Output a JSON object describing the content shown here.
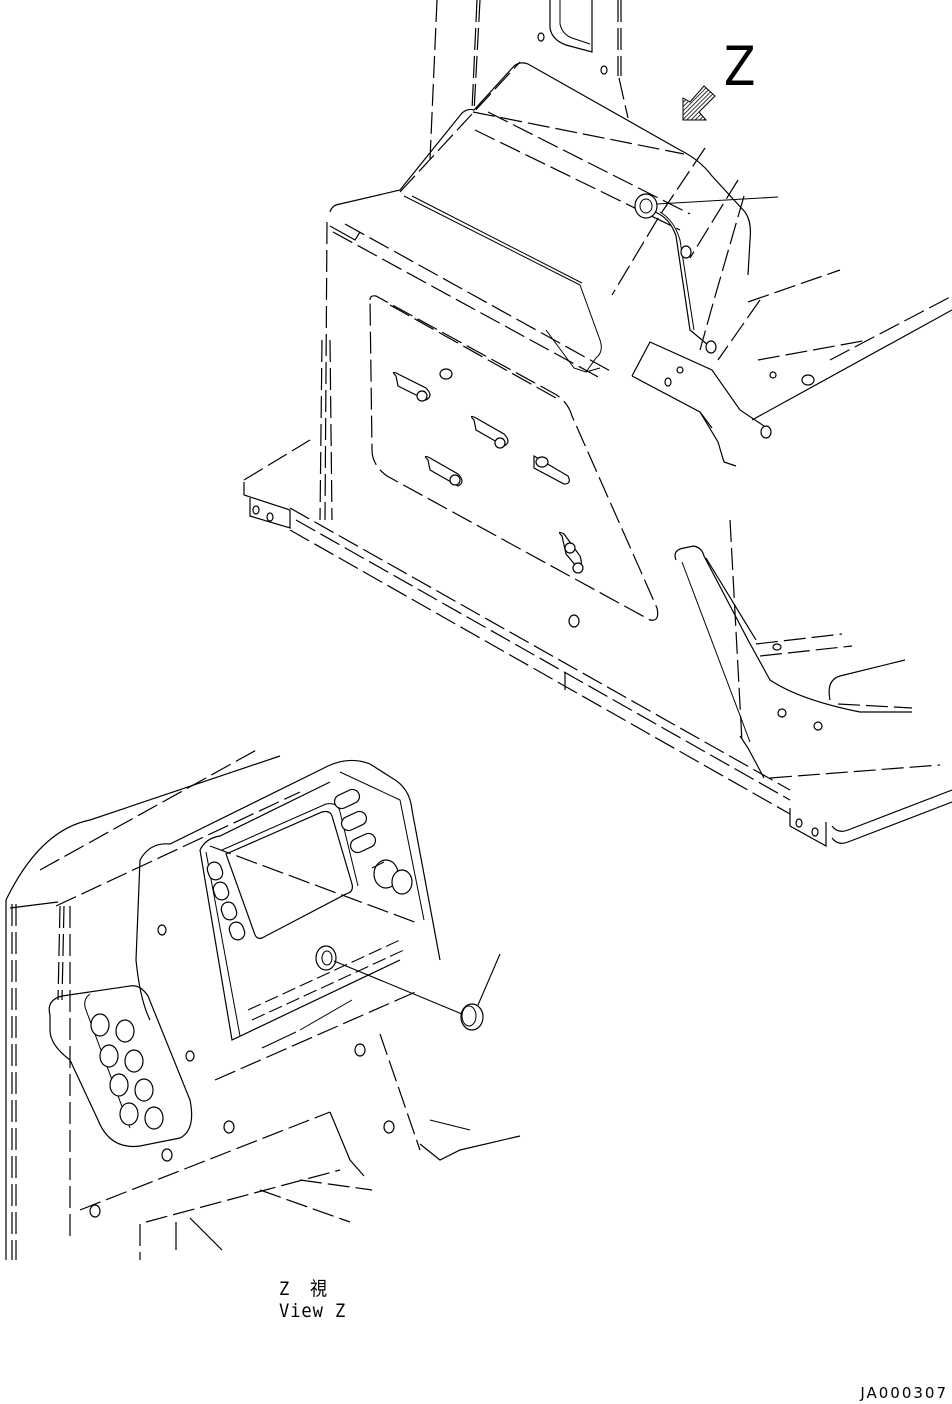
{
  "diagram": {
    "type": "exploded parts illustration (isometric line drawing)",
    "view_marker": {
      "letter": "Z",
      "arrow": "hatched-arrow pointing down-left toward console"
    },
    "caption": {
      "line1_letter": "Z",
      "line1_kanji": "視",
      "line2": "View Z"
    },
    "drawing_id": "JA000307",
    "components": [
      {
        "name": "console-upper-cover",
        "view": "main",
        "callout": "plug on upper cover (leader line)"
      },
      {
        "name": "console-side-panel",
        "view": "main",
        "features": [
          "slotted holes with nuts",
          "mounting bolts"
        ]
      },
      {
        "name": "floor-frame",
        "view": "main"
      },
      {
        "name": "monitor-panel",
        "view": "View Z",
        "features": [
          "display screen",
          "left button column (4)",
          "right button column (3)",
          "key switch"
        ]
      },
      {
        "name": "switch-panel",
        "view": "View Z",
        "features": [
          "8 round switch openings"
        ]
      },
      {
        "name": "cap-plug",
        "view": "View Z",
        "callout": "cap shown exploded with leader line"
      }
    ]
  }
}
